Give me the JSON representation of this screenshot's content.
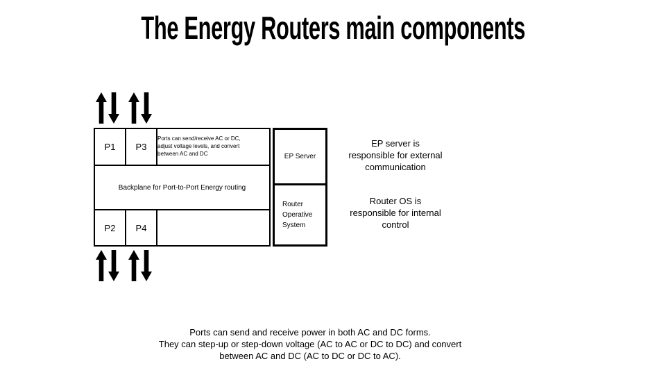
{
  "title": "The Energy Routers main components",
  "router": {
    "ports": {
      "p1": "P1",
      "p2": "P2",
      "p3": "P3",
      "p4": "P4"
    },
    "ports_note_lines": [
      "Ports can send/receive AC or DC,",
      "adjust voltage levels, and convert",
      "between AC and DC"
    ],
    "backplane_label": "Backplane for Port-to-Port Energy routing"
  },
  "side_box": {
    "ep_server_label": "EP Server",
    "router_os_label": "Router Operative System"
  },
  "annotations": {
    "ep_note_lines": [
      "EP server is",
      "responsible for external",
      "communication"
    ],
    "os_note_lines": [
      "Router OS is",
      "responsible for internal",
      "control"
    ],
    "footer_lines": [
      "Ports can send and receive power in both AC and DC forms.",
      "They can step-up or step-down voltage (AC to AC or DC to DC) and convert",
      "between AC and DC (AC to DC or DC to AC)."
    ]
  },
  "icons": {
    "flow_arrows": "bidirectional-vertical-arrows"
  },
  "colors": {
    "ink": "#000000",
    "background": "#ffffff"
  }
}
